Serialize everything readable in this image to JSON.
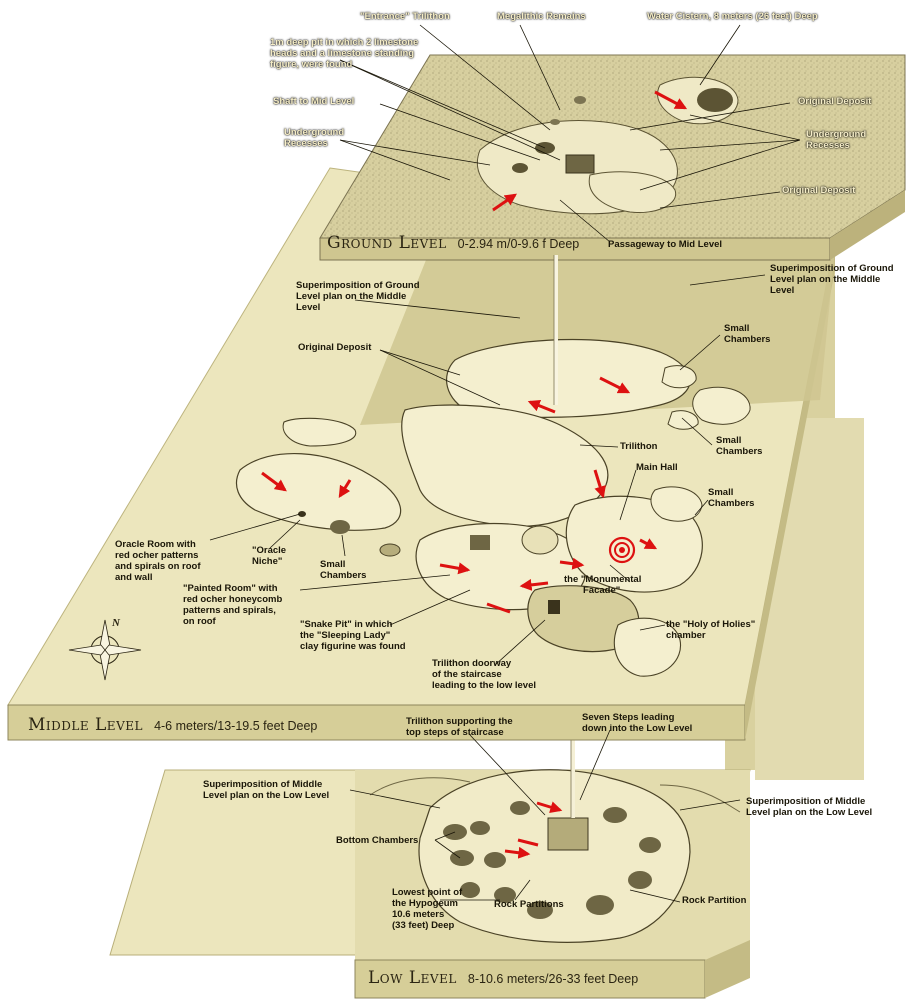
{
  "levels": {
    "ground": {
      "name": "Ground Level",
      "depth": "0-2.94 m/0-9.6 f Deep"
    },
    "middle": {
      "name": "Middle Level",
      "depth": "4-6 meters/13-19.5 feet Deep"
    },
    "low": {
      "name": "Low Level",
      "depth": "8-10.6 meters/26-33 feet Deep"
    }
  },
  "labels": {
    "entrance_trilithon": "\"Entrance\" Trilithon",
    "megalithic_remains": "Megalithic Remains",
    "water_cistern": "Water Cistern, 8 meters (26 feet) Deep",
    "pit_line1": "1m deep pit in which 2 limestone",
    "pit_line2": "heads and a limestone standing",
    "pit_line3": "figure, were found",
    "shaft_mid": "Shaft to Mid Level",
    "original_deposit_1": "Original Deposit",
    "underground_recesses_left_1": "Underground",
    "underground_recesses_left_2": "Recesses",
    "underground_recesses_right_1": "Underground",
    "underground_recesses_right_2": "Recesses",
    "original_deposit_2": "Original Deposit",
    "passageway_mid": "Passageway to Mid Level",
    "superimp_ground_left_1": "Superimposition of Ground",
    "superimp_ground_left_2": "Level plan on the Middle",
    "superimp_ground_left_3": "Level",
    "superimp_ground_right_1": "Superimposition of Ground",
    "superimp_ground_right_2": "Level plan on the Middle",
    "superimp_ground_right_3": "Level",
    "original_deposit_3": "Original Deposit",
    "small_chambers_1a": "Small",
    "small_chambers_1b": "Chambers",
    "small_chambers_2a": "Small",
    "small_chambers_2b": "Chambers",
    "trilithon": "Trilithon",
    "main_hall": "Main Hall",
    "small_chambers_3a": "Small",
    "small_chambers_3b": "Chambers",
    "oracle_room_1": "Oracle Room with",
    "oracle_room_2": "red ocher patterns",
    "oracle_room_3": "and spirals on roof",
    "oracle_room_4": "and wall",
    "oracle_niche_1": "\"Oracle",
    "oracle_niche_2": "Niche\"",
    "small_chambers_4a": "Small",
    "small_chambers_4b": "Chambers",
    "painted_room_1": "\"Painted Room\" with",
    "painted_room_2": "red ocher honeycomb",
    "painted_room_3": "patterns and spirals,",
    "painted_room_4": "on roof",
    "monumental_facade_1": "the \"Monumental",
    "monumental_facade_2": "Facade\"",
    "snake_pit_1": "\"Snake Pit\" in which",
    "snake_pit_2": "the \"Sleeping Lady\"",
    "snake_pit_3": "clay figurine was found",
    "holy_1": "the \"Holy of Holies\"",
    "holy_2": "chamber",
    "trilithon_doorway_1": "Trilithon doorway",
    "trilithon_doorway_2": "of the staircase",
    "trilithon_doorway_3": "leading to the low level",
    "trilithon_support_1": "Trilithon supporting the",
    "trilithon_support_2": "top steps of staircase",
    "seven_steps_1": "Seven Steps leading",
    "seven_steps_2": "down into the Low Level",
    "superimp_mid_left_1": "Superimposition of Middle",
    "superimp_mid_left_2": "Level plan on the Low Level",
    "superimp_mid_right_1": "Superimposition of Middle",
    "superimp_mid_right_2": "Level plan on the Low Level",
    "bottom_chambers": "Bottom Chambers",
    "lowest_1": "Lowest point of",
    "lowest_2": "the Hypogeum",
    "lowest_3": "10.6 meters",
    "lowest_4": "(33 feet) Deep",
    "rock_partitions": "Rock Partitions",
    "rock_partition": "Rock Partition"
  },
  "compass": {
    "north": "N",
    "icon": "compass-rose-icon"
  },
  "colors": {
    "slab_top": "#ece6bd",
    "slab_side": "#d8d09a",
    "slab_edge": "#c9c089",
    "shadow_zone": "#c8c08a",
    "back_panel": "#e6dfb4",
    "arrow": "#dd1111",
    "line": "#2a2412"
  }
}
